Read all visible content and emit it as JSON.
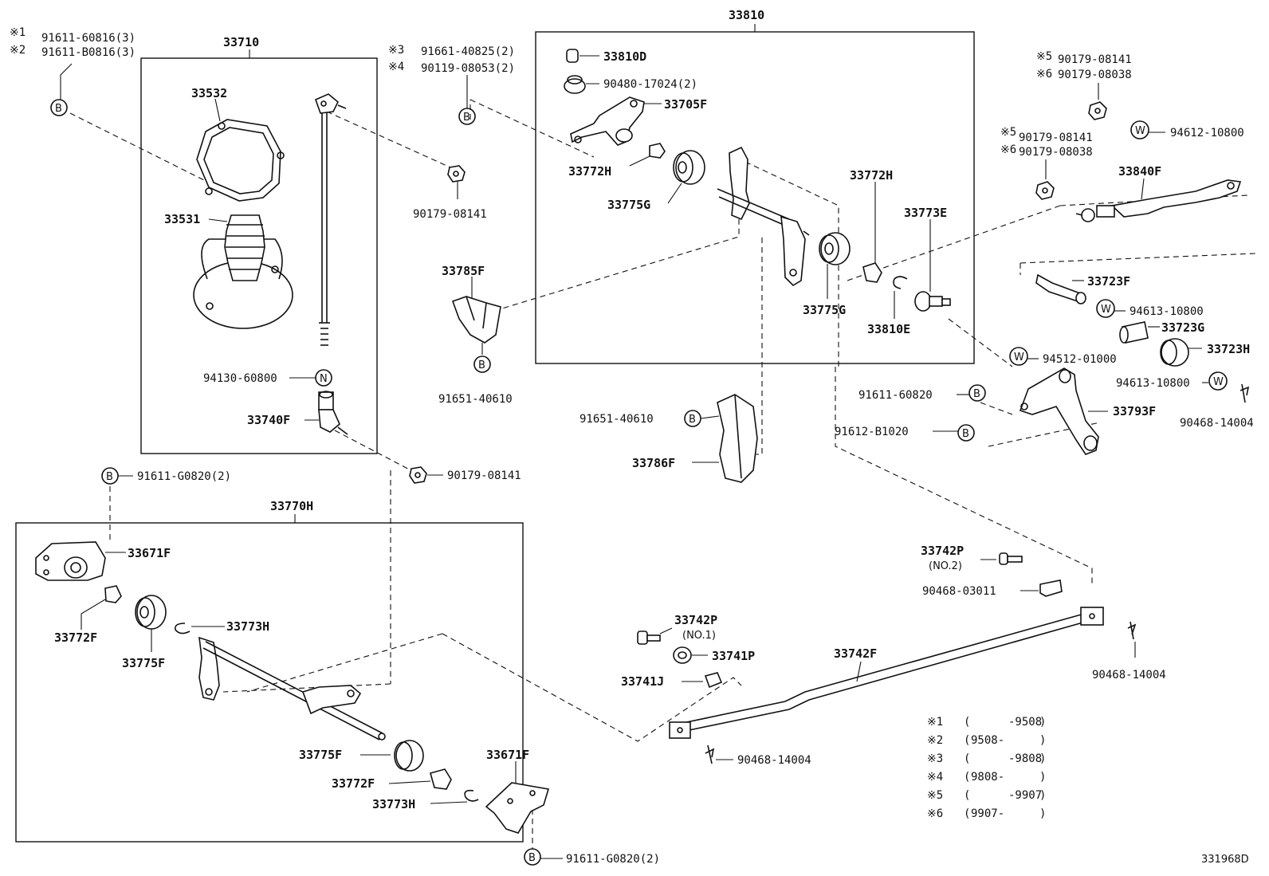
{
  "diagram_id": "331968D",
  "assemblies": {
    "a33810": "33810",
    "a33710": "33710",
    "a33770H": "33770H"
  },
  "parts": {
    "p33532": "33532",
    "p33531": "33531",
    "p33740F": "33740F",
    "p33810D": "33810D",
    "p33705F": "33705F",
    "p33772H_a": "33772H",
    "p33775G_a": "33775G",
    "p33772H_b": "33772H",
    "p33773E": "33773E",
    "p33775G_b": "33775G",
    "p33810E": "33810E",
    "p33785F": "33785F",
    "p33786F": "33786F",
    "p33840F": "33840F",
    "p33723F": "33723F",
    "p33723G": "33723G",
    "p33723H": "33723H",
    "p33793F": "33793F",
    "p33671F_a": "33671F",
    "p33772F_a": "33772F",
    "p33775F_a": "33775F",
    "p33773H_a": "33773H",
    "p33775F_b": "33775F",
    "p33772F_b": "33772F",
    "p33773H_b": "33773H",
    "p33671F_b": "33671F",
    "p33742P_1": "33742P",
    "p33742P_1_note": "(NO.1)",
    "p33741P": "33741P",
    "p33741J": "33741J",
    "p33742F": "33742F",
    "p33742P_2": "33742P",
    "p33742P_2_note": "(NO.2)"
  },
  "fasteners": {
    "f1_mark": "※1",
    "f1": "91611-60816(3)",
    "f2_mark": "※2",
    "f2": "91611-B0816(3)",
    "f3_mark": "※3",
    "f3": "91661-40825(2)",
    "f4_mark": "※4",
    "f4": "90119-08053(2)",
    "f5_mark_a": "※5",
    "f5_a": "90179-08141",
    "f6_mark_a": "※6",
    "f6_a": "90179-08038",
    "f5_mark_b": "※5",
    "f5_b": "90179-08141",
    "f6_mark_b": "※6",
    "f6_b": "90179-08038",
    "nut_a": "90179-08141",
    "nut_b": "90179-08141",
    "w_94612": "94612-10800",
    "w_94613_a": "94613-10800",
    "w_94512": "94512-01000",
    "w_94613_b": "94613-10800",
    "pin_a": "90468-14004",
    "pin_b": "90468-14004",
    "pin_c": "90468-14004",
    "clip": "90468-03011",
    "grommet": "90480-17024(2)",
    "n_94130": "94130-60800",
    "b_91651_a": "91651-40610",
    "b_91651_b": "91651-40610",
    "b_91611_608": "91611-60820",
    "b_91612": "91612-B1020",
    "b_91611_G_top": "91611-G0820(2)",
    "b_91611_G_bottom": "91611-G0820(2)"
  },
  "circle_marks": {
    "B": "B",
    "N": "N",
    "W": "W"
  },
  "legend": [
    {
      "mark": "※1",
      "open": "(",
      "from": "",
      "to": "-9508",
      "close": ")"
    },
    {
      "mark": "※2",
      "open": "(",
      "from": "9508-",
      "to": "",
      "close": ")"
    },
    {
      "mark": "※3",
      "open": "(",
      "from": "",
      "to": "-9808",
      "close": ")"
    },
    {
      "mark": "※4",
      "open": "(",
      "from": "9808-",
      "to": "",
      "close": ")"
    },
    {
      "mark": "※5",
      "open": "(",
      "from": "",
      "to": "-9907",
      "close": ")"
    },
    {
      "mark": "※6",
      "open": "(",
      "from": "9907-",
      "to": "",
      "close": ")"
    }
  ]
}
